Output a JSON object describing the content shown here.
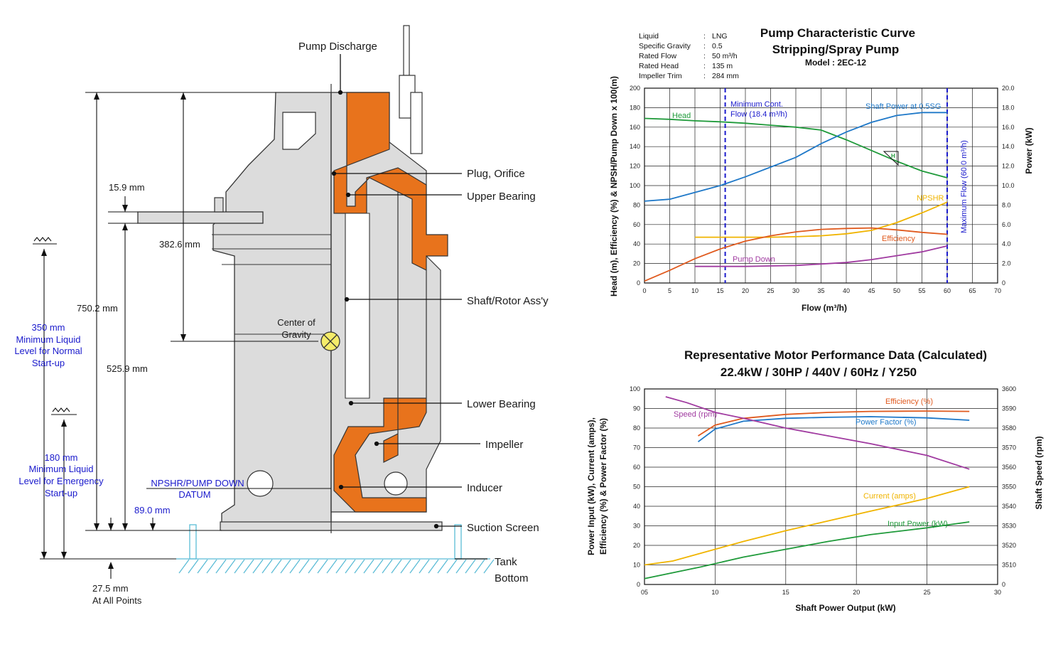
{
  "drawing": {
    "callouts": {
      "pump_discharge": "Pump Discharge",
      "plug_orifice": "Plug, Orifice",
      "upper_bearing": "Upper Bearing",
      "shaft_rotor": "Shaft/Rotor Ass'y",
      "lower_bearing": "Lower Bearing",
      "impeller": "Impeller",
      "inducer": "Inducer",
      "suction_screen": "Suction Screen",
      "tank_bottom_1": "Tank",
      "tank_bottom_2": "Bottom",
      "cog_1": "Center of",
      "cog_2": "Gravity"
    },
    "dimensions": {
      "d_15_9": "15.9 mm",
      "d_382_6": "382.6 mm",
      "d_750_2": "750.2 mm",
      "d_525_9": "525.9 mm",
      "d_89_0": "89.0 mm",
      "d_27_5": "27.5 mm",
      "d_27_5_note": "At All Points"
    },
    "levels": {
      "normal_1": "350 mm",
      "normal_2": "Minimum Liquid",
      "normal_3": "Level for Normal",
      "normal_4": "Start-up",
      "emerg_1": "180 mm",
      "emerg_2": "Minimum Liquid",
      "emerg_3": "Level for Emergency",
      "emerg_4": "Start-up",
      "datum_1": "NPSHR/PUMP DOWN",
      "datum_2": "DATUM"
    },
    "colors": {
      "body": "#dcdcdc",
      "rotor": "#e8731c",
      "level": "#1a1acc",
      "ground": "#5bbcd6"
    }
  },
  "spec": {
    "rows": [
      {
        "k": "Liquid",
        "v": "LNG"
      },
      {
        "k": "Specific Gravity",
        "v": "0.5"
      },
      {
        "k": "Rated Flow",
        "v": "50 m³/h"
      },
      {
        "k": "Rated Head",
        "v": "135 m"
      },
      {
        "k": "Impeller Trim",
        "v": "284 mm"
      }
    ]
  },
  "chart1_text": {
    "title_1": "Pump Characteristic Curve",
    "title_2": "Stripping/Spray Pump",
    "model": "Model : 2EC-12",
    "xlabel": "Flow (m³/h)",
    "ylabel": "Head (m), Efficiency (%) & NPSH/Pump Down x 100(m)",
    "ylabel2": "Power (kW)",
    "min_flow_1": "Minimum Cont.",
    "min_flow_2": "Flow (18.4 m³/h)",
    "max_flow": "Maximum Flow (60.0 m³/h)",
    "h_marker": "H"
  },
  "chart2_text": {
    "title_1": "Representative Motor Performance Data (Calculated)",
    "title_2": "22.4kW / 30HP / 440V / 60Hz / Y250",
    "xlabel": "Shaft Power Output (kW)",
    "ylabel_1": "Power Input (kW), Current (amps),",
    "ylabel_2": "Efficiency (%) & Power Factor (%)",
    "ylabel2": "Shaft Speed (rpm)"
  },
  "chart_data": [
    {
      "type": "line",
      "title": "Pump Characteristic Curve",
      "xlabel": "Flow (m³/h)",
      "xlim": [
        0,
        70
      ],
      "ylim": [
        0,
        200
      ],
      "y2lim": [
        0,
        20
      ],
      "grid": true,
      "x_ticks": [
        "0",
        "5",
        "10",
        "15",
        "20",
        "25",
        "30",
        "35",
        "40",
        "45",
        "50",
        "55",
        "60",
        "65",
        "70"
      ],
      "y_ticks": [
        "0",
        "20",
        "40",
        "60",
        "80",
        "100",
        "120",
        "140",
        "160",
        "180",
        "200"
      ],
      "y2_ticks": [
        "0",
        "2.0",
        "4.0",
        "6.0",
        "8.0",
        "10.0",
        "12.0",
        "14.0",
        "16.0",
        "18.0",
        "20.0"
      ],
      "vlines": [
        16,
        60
      ],
      "series": [
        {
          "name": "Head",
          "color": "#1f9a3a",
          "axis": "left",
          "x": [
            0,
            5,
            10,
            15,
            20,
            25,
            30,
            35,
            40,
            45,
            50,
            55,
            60
          ],
          "y": [
            169,
            168,
            166.5,
            165.5,
            164,
            162,
            160,
            157,
            147,
            136,
            125,
            115,
            108
          ]
        },
        {
          "name": "Shaft Power at 0.5SG",
          "color": "#1e78c8",
          "axis": "right",
          "x": [
            0,
            5,
            10,
            15,
            20,
            25,
            30,
            35,
            40,
            45,
            50,
            55,
            60
          ],
          "y": [
            8.4,
            8.6,
            9.3,
            10.0,
            10.9,
            11.9,
            12.9,
            14.3,
            15.5,
            16.5,
            17.2,
            17.5,
            17.5
          ]
        },
        {
          "name": "NPSHR",
          "color": "#f0b400",
          "axis": "left",
          "x": [
            10,
            15,
            20,
            25,
            30,
            35,
            40,
            45,
            50,
            55,
            60
          ],
          "y": [
            47,
            47,
            47,
            47,
            47.5,
            48.5,
            50.5,
            54,
            62,
            72,
            83
          ]
        },
        {
          "name": "Efficiency",
          "color": "#e05a1e",
          "axis": "left",
          "x": [
            0,
            5,
            10,
            15,
            20,
            25,
            30,
            35,
            40,
            45,
            50,
            55,
            60
          ],
          "y": [
            2,
            13,
            25,
            35,
            43,
            48.5,
            52.5,
            55,
            56,
            56.5,
            54.5,
            52,
            50
          ]
        },
        {
          "name": "Pump Down",
          "color": "#a03aa0",
          "axis": "left",
          "x": [
            10,
            15,
            20,
            25,
            30,
            35,
            40,
            45,
            50,
            55,
            60
          ],
          "y": [
            17,
            17,
            17,
            17.5,
            18,
            19.5,
            21,
            24,
            28,
            32,
            38
          ]
        }
      ]
    },
    {
      "type": "line",
      "title": "Representative Motor Performance Data (Calculated)",
      "subtitle": "22.4kW / 30HP / 440V / 60Hz / Y250",
      "xlabel": "Shaft Power Output (kW)",
      "xlim": [
        5,
        30
      ],
      "ylim": [
        0,
        100
      ],
      "y2lim": [
        3500,
        3600
      ],
      "grid": true,
      "x_ticks": [
        "05",
        "10",
        "15",
        "20",
        "25",
        "30"
      ],
      "y_ticks": [
        "0",
        "10",
        "20",
        "30",
        "40",
        "50",
        "60",
        "70",
        "80",
        "90",
        "100"
      ],
      "y2_ticks": [
        "3510",
        "3520",
        "3530",
        "3540",
        "3550",
        "3560",
        "3570",
        "3580",
        "3590",
        "3600"
      ],
      "series": [
        {
          "name": "Efficiency (%)",
          "color": "#e05a1e",
          "axis": "left",
          "x": [
            8.8,
            10,
            12,
            15,
            18,
            21,
            25,
            28
          ],
          "y": [
            76,
            81.5,
            85,
            87,
            88,
            88.5,
            88.7,
            88.5
          ]
        },
        {
          "name": "Power Factor (%)",
          "color": "#1e78c8",
          "axis": "left",
          "x": [
            8.8,
            10,
            12,
            15,
            18,
            21,
            25,
            28
          ],
          "y": [
            73,
            79.5,
            83.5,
            85,
            85.5,
            85.8,
            85.2,
            84
          ]
        },
        {
          "name": "Speed (rpm)",
          "color": "#a03aa0",
          "axis": "right",
          "x": [
            6.5,
            8,
            10,
            12,
            15,
            18,
            21,
            25,
            28
          ],
          "y": [
            3596,
            3593,
            3588,
            3585,
            3580,
            3576,
            3572,
            3566,
            3559
          ]
        },
        {
          "name": "Current (amps)",
          "color": "#f0b400",
          "axis": "left",
          "x": [
            5,
            7,
            9,
            12,
            15,
            18,
            21,
            25,
            28
          ],
          "y": [
            10,
            12,
            16,
            22,
            27.5,
            32.5,
            37.5,
            44,
            50
          ]
        },
        {
          "name": "Input Power (kW)",
          "color": "#1f9a3a",
          "axis": "left",
          "x": [
            5,
            7,
            9,
            12,
            15,
            18,
            21,
            25,
            28
          ],
          "y": [
            3,
            6,
            9,
            14,
            18,
            22,
            25.5,
            29,
            32
          ]
        }
      ]
    }
  ]
}
